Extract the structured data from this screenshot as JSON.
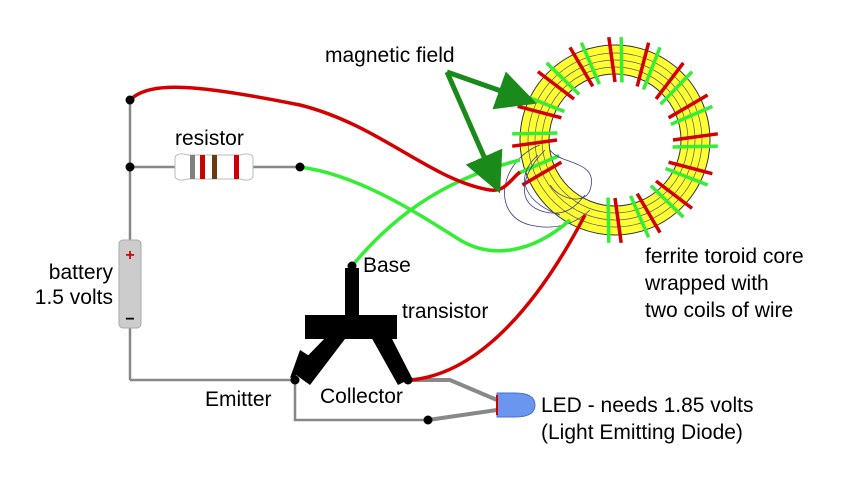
{
  "labels": {
    "magnetic_field": "magnetic field",
    "resistor": "resistor",
    "battery_line1": "battery",
    "battery_line2": "1.5 volts",
    "battery_plus": "+",
    "battery_minus": "−",
    "base": "Base",
    "transistor": "transistor",
    "emitter": "Emitter",
    "collector": "Collector",
    "toroid_line1": "ferrite toroid core",
    "toroid_line2": "wrapped with",
    "toroid_line3": "two coils of wire",
    "led_line1": "LED - needs 1.85 volts",
    "led_line2": "(Light Emitting Diode)"
  },
  "colors": {
    "wire_red": "#d40000",
    "wire_green": "#33ee33",
    "arrow_green": "#1a8a1a",
    "wire_gray": "#888888",
    "core_yellow": "#ffff33",
    "battery_body": "#cccccc",
    "led_blue": "#6a96f0",
    "field_lines": "#3a3a8a"
  },
  "resistor_bands": [
    "#808080",
    "#cc0000",
    "#6b3a10",
    "#cc0000"
  ],
  "coil_turns": 12
}
